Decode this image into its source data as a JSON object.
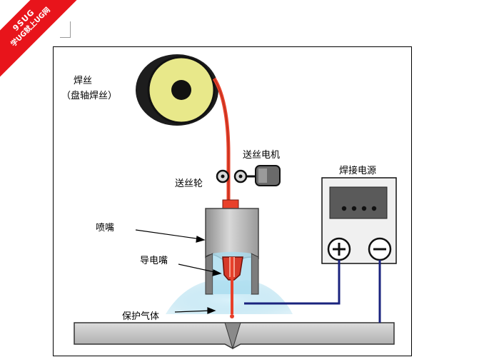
{
  "watermark": {
    "line1": "9SUG",
    "line2": "学UG就上UG网"
  },
  "labels": {
    "wire": "焊丝",
    "wire_sub": "（盘轴焊丝）",
    "motor": "送丝电机",
    "feed_roller": "送丝轮",
    "power_source": "焊接电源",
    "nozzle": "喷嘴",
    "contact_tip": "导电嘴",
    "shield_gas": "保护气体"
  },
  "colors": {
    "spool": "#e8e88a",
    "wire": "#e8402a",
    "cable": "#1a237e",
    "gas": "#9fd8ec",
    "workpiece": "#c8c8c8",
    "nozzle": "#b5b5b5",
    "display": "#5a5a5a"
  }
}
